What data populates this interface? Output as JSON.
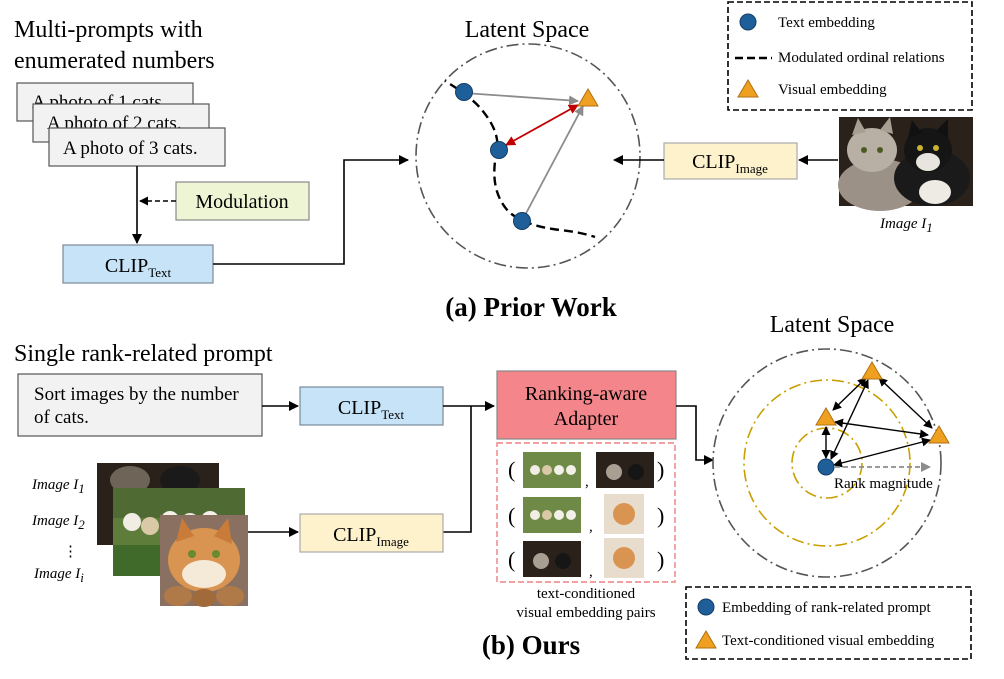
{
  "top": {
    "multi_prompts_title": [
      "Multi-prompts with",
      "enumerated numbers"
    ],
    "prompts": [
      "A photo of 1 cats.",
      "A photo of 2 cats.",
      "A photo of 3 cats."
    ],
    "modulation": "Modulation",
    "clip_text": {
      "main": "CLIP",
      "sub": "Text"
    },
    "clip_image": {
      "main": "CLIP",
      "sub": "Image"
    },
    "latent_space_title": "Latent Space",
    "image_label": {
      "main": "Image I",
      "sub": "1"
    },
    "legend": {
      "text_embedding": "Text embedding",
      "modulated_relations": "Modulated ordinal relations",
      "visual_embedding": "Visual embedding"
    },
    "caption": "(a) Prior Work"
  },
  "bottom": {
    "single_prompt_title": "Single rank-related prompt",
    "prompt": [
      "Sort images by the number",
      "of cats."
    ],
    "clip_text": {
      "main": "CLIP",
      "sub": "Text"
    },
    "clip_image": {
      "main": "CLIP",
      "sub": "Image"
    },
    "adapter": [
      "Ranking-aware",
      "Adapter"
    ],
    "image_labels": [
      {
        "main": "Image I",
        "sub": "1"
      },
      {
        "main": "Image I",
        "sub": "2"
      },
      {
        "main": "Image I",
        "sub": "i"
      }
    ],
    "ellipsis": "⋮",
    "pair_open": "(",
    "pair_close": ")",
    "pair_comma": ",",
    "pairs_caption": [
      "text-conditioned",
      "visual embedding pairs"
    ],
    "latent_space_title": "Latent Space",
    "rank_magnitude": "Rank magnitude",
    "legend": {
      "prompt_embedding": "Embedding of rank-related prompt",
      "conditioned_embedding": "Text-conditioned visual embedding"
    },
    "caption": "(b) Ours"
  },
  "colors": {
    "text_embedding": "#1f5f99",
    "visual_embedding": "#f0a020",
    "clip_text_fill": "#c6e3f7",
    "clip_image_fill": "#fdf2cc",
    "modulation_fill": "#eef5d5",
    "adapter_fill": "#f4858a",
    "prompt_fill": "#f2f2f2",
    "red_arrow": "#c00000",
    "gray_arrow": "#8c8c8c",
    "gold_circle": "#c9a000",
    "pair_border": "#f08080"
  }
}
